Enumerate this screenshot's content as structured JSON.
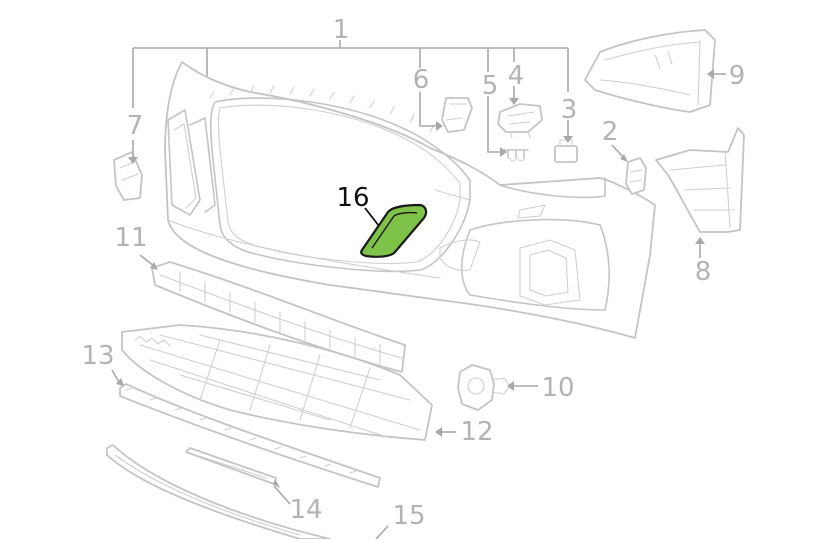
{
  "diagram": {
    "highlight_color": "#7fc24a",
    "label_color": "#b3b3b3",
    "active_label_color": "#111111",
    "callouts": [
      {
        "id": "1",
        "text": "1"
      },
      {
        "id": "2",
        "text": "2"
      },
      {
        "id": "3",
        "text": "3"
      },
      {
        "id": "4",
        "text": "4"
      },
      {
        "id": "5",
        "text": "5"
      },
      {
        "id": "6",
        "text": "6"
      },
      {
        "id": "7",
        "text": "7"
      },
      {
        "id": "8",
        "text": "8"
      },
      {
        "id": "9",
        "text": "9"
      },
      {
        "id": "10",
        "text": "10"
      },
      {
        "id": "11",
        "text": "11"
      },
      {
        "id": "12",
        "text": "12"
      },
      {
        "id": "13",
        "text": "13"
      },
      {
        "id": "14",
        "text": "14"
      },
      {
        "id": "15",
        "text": "15"
      },
      {
        "id": "16",
        "text": "16",
        "highlighted": true
      }
    ]
  }
}
